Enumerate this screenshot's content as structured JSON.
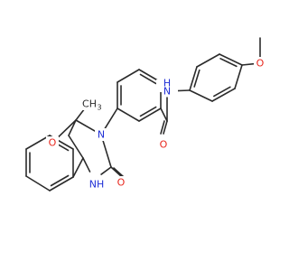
{
  "colors": {
    "bond": "#2b2b2b",
    "carbon_label": "#2b2b2b",
    "oxygen": "#e8261c",
    "nitrogen": "#1f2fd6",
    "background": "#ffffff"
  },
  "atom_labels": {
    "ring_oxygen": "O",
    "methyl": "CH",
    "methyl_subscript": "3",
    "ring_nitrogen": "N",
    "amine_nh": "NH",
    "urea_oxygen": "O",
    "amide_oxygen": "O",
    "amide_nh": "N",
    "amide_h": "H",
    "methoxy_oxygen": "O"
  }
}
